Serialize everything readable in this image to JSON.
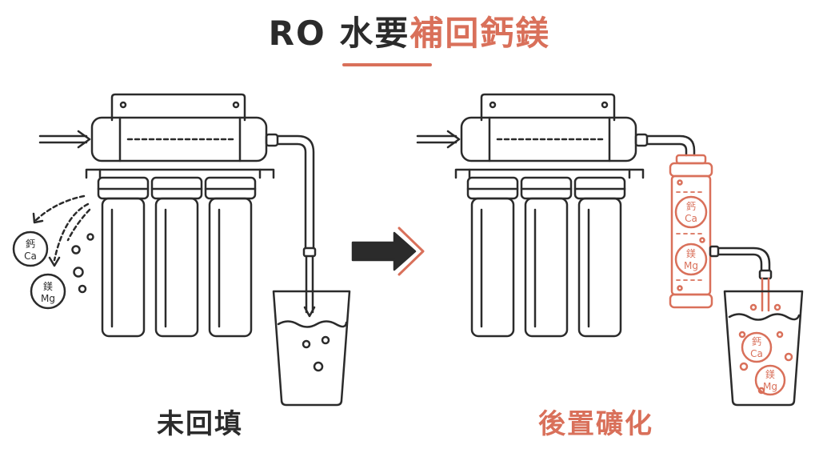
{
  "title": {
    "prefix": "RO 水要",
    "highlight": "補回鈣鎂"
  },
  "left": {
    "caption": "未回填",
    "minerals": [
      {
        "char": "鈣",
        "symbol": "Ca"
      },
      {
        "char": "鎂",
        "symbol": "Mg"
      }
    ]
  },
  "right": {
    "caption": "後置礦化",
    "cartridge_minerals": [
      {
        "char": "鈣",
        "symbol": "Ca"
      },
      {
        "char": "鎂",
        "symbol": "Mg"
      }
    ],
    "cup_minerals": [
      {
        "char": "鈣",
        "symbol": "Ca"
      },
      {
        "char": "鎂",
        "symbol": "Mg"
      }
    ]
  },
  "colors": {
    "ink": "#2b2b2b",
    "accent": "#d9705a"
  }
}
